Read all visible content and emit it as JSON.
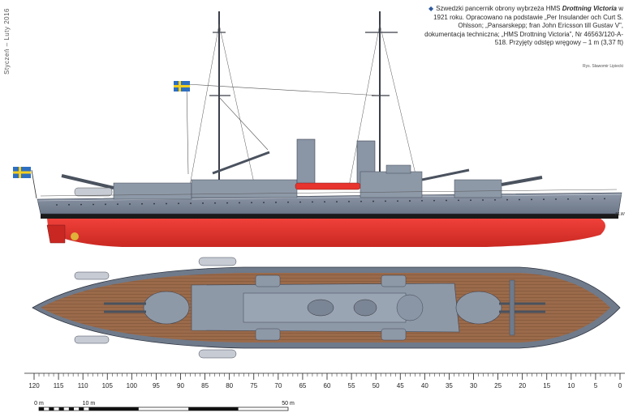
{
  "side_label": "Styczeń – Luty 2016",
  "caption": {
    "prefix": "Szwedzki pancernik obrony wybrzeża HMS ",
    "ship_name": "Drottning Victoria",
    "suffix": " w 1921 roku. Opracowano na podstawie „Per Insulander och Curt S. Ohlsson; „Pansarskepp; fran John Ericsson till Gustav V”, dokumentacja techniczna; „HMS Drottning Victoria”, Nr 46563/120-A-518. Przyjęty odstęp wręgowy – 1 m (3,37 ft)"
  },
  "credit": "Rys. Sławomir Lipiecki",
  "waterline_label": "BLW",
  "frame_scale": {
    "labels": [
      "120",
      "115",
      "110",
      "105",
      "100",
      "95",
      "90",
      "85",
      "80",
      "75",
      "70",
      "65",
      "60",
      "55",
      "50",
      "45",
      "40",
      "35",
      "30",
      "25",
      "20",
      "15",
      "10",
      "5",
      "0"
    ]
  },
  "metric_scale": {
    "labels": [
      "0 m",
      "10 m",
      "50 m"
    ],
    "values": [
      0,
      10,
      50
    ]
  },
  "colors": {
    "hull_grey": "#7a8596",
    "antifouling_red": "#e8342e",
    "deck_wood": "#9a6a4a",
    "boot_top": "#1a1a1a",
    "superstructure_grey": "#8e99a8",
    "flag_blue": "#2f6fc0",
    "flag_yellow": "#f4cf1f"
  }
}
